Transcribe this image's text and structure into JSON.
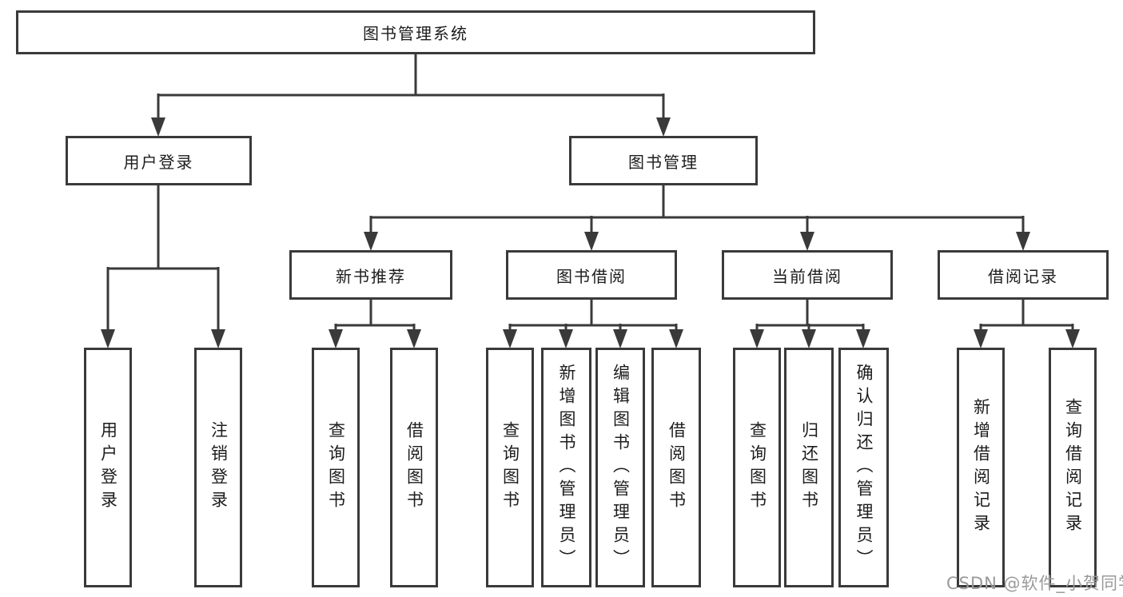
{
  "tree": {
    "root": {
      "label": "图书管理系统"
    },
    "branches": [
      {
        "label": "用户登录",
        "children": [
          "用户登录",
          "注销登录"
        ]
      },
      {
        "label": "图书管理",
        "children": [
          {
            "label": "新书推荐",
            "children": [
              "查询图书",
              "借阅图书"
            ]
          },
          {
            "label": "图书借阅",
            "children": [
              "查询图书",
              "新增图书（管理员）",
              "编辑图书（管理员）",
              "借阅图书"
            ]
          },
          {
            "label": "当前借阅",
            "children": [
              "查询图书",
              "归还图书",
              "确认归还（管理员）"
            ]
          },
          {
            "label": "借阅记录",
            "children": [
              "新增借阅记录",
              "查询借阅记录"
            ]
          }
        ]
      }
    ]
  },
  "watermark": {
    "text": "CSDN @软件_小贺同学"
  },
  "colors": {
    "line": "#3a3a3a",
    "box_border": "#3a3a3a",
    "box_background": "#ffffff",
    "text": "#1c1c1c",
    "watermark": "#9a9a9a",
    "background": "#ffffff"
  }
}
